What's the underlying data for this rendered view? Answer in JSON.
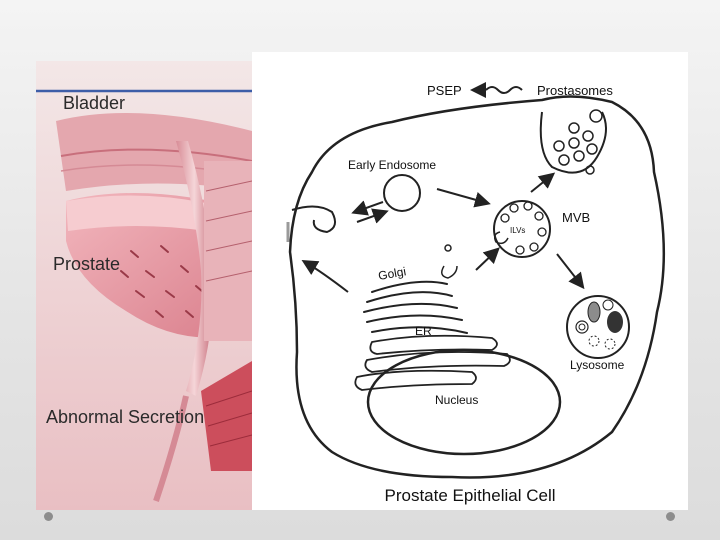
{
  "left_panel": {
    "labels": {
      "bladder": "Bladder",
      "prostate": "Prostate",
      "abnormal_secretion": "Abnormal Secretion"
    }
  },
  "cell_diagram": {
    "labels": {
      "psep": "PSEP",
      "prostasomes": "Prostasomes",
      "early_endosome": "Early Endosome",
      "mvb": "MVB",
      "ilvs": "ILVs",
      "golgi": "Golgi",
      "er": "ER",
      "lysosome": "Lysosome",
      "nucleus": "Nucleus"
    },
    "caption": "Prostate Epithelial Cell"
  },
  "colors": {
    "tissue_pink": "#e7a4ad",
    "tissue_dark": "#c0606e",
    "line_dark": "#222222",
    "bladder_line": "#3e5ea8"
  }
}
